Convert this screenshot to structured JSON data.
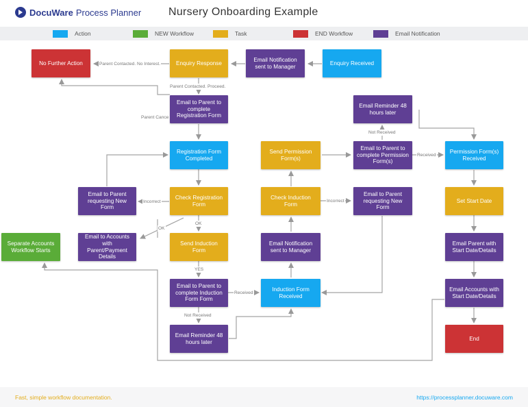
{
  "header": {
    "brand": "DocuWare",
    "product": "Process Planner",
    "title": "Nursery Onboarding Example"
  },
  "legend": [
    {
      "label": "Action",
      "color": "#16a8f0"
    },
    {
      "label": "NEW Workflow",
      "color": "#5aac38"
    },
    {
      "label": "Task",
      "color": "#e3ad1c"
    },
    {
      "label": "END Workflow",
      "color": "#cc3335"
    },
    {
      "label": "Email Notification",
      "color": "#5f3f94"
    }
  ],
  "nodes": {
    "no_further_action": "No Further Action",
    "enquiry_response": "Enquiry Response",
    "email_notif_manager_1": "Email Notification sent to Manager",
    "enquiry_received": "Enquiry Received",
    "email_parent_registration": "Email to Parent to complete Registration Form",
    "registration_completed": "Registration Form Completed",
    "check_registration": "Check Registration Form",
    "email_parent_new_form_1": "Email to Parent requesting New Form",
    "email_accounts_payment": "Email to Accounts with Parent/Payment Details",
    "separate_accounts": "Separate Accounts Workflow Starts",
    "send_induction": "Send Induction Form",
    "email_parent_induction": "Email to Parent to complete Induction Form Form",
    "email_reminder_1": "Email Reminder 48 hours later",
    "induction_received": "Induction Form Received",
    "email_notif_manager_2": "Email Notification sent to Manager",
    "check_induction": "Check Induction Form",
    "send_permission": "Send Permission Form(s)",
    "email_parent_permission": "Email to Parent to complete Permission Form(s)",
    "email_reminder_2": "Email Reminder 48 hours later",
    "email_parent_new_form_2": "Email to Parent requesting New Form",
    "permission_received": "Permission Form(s) Received",
    "set_start_date": "Set Start Date",
    "email_parent_start": "Email Parent with Start Date/Details",
    "email_accounts_start": "Email Accounts with Start Date/Details",
    "end": "End"
  },
  "edge_labels": {
    "parent_contacted_no_interest": "Parent Contacted. No Interest.",
    "parent_contacted_proceed": "Parent Contacted. Proceed.",
    "parent_cancel": "Parent Cance",
    "incorrect_1": "Incorrect",
    "ok_1": "OK",
    "ok_2": "OK",
    "yes": "YES",
    "not_received_1": "Not Received",
    "received_1": "Received",
    "incorrect_2": "Incorrect",
    "not_received_2": "Not Received",
    "received_2": "Received"
  },
  "footer": {
    "tagline": "Fast, simple workflow documentation.",
    "url": "https://processplanner.docuware.com"
  }
}
